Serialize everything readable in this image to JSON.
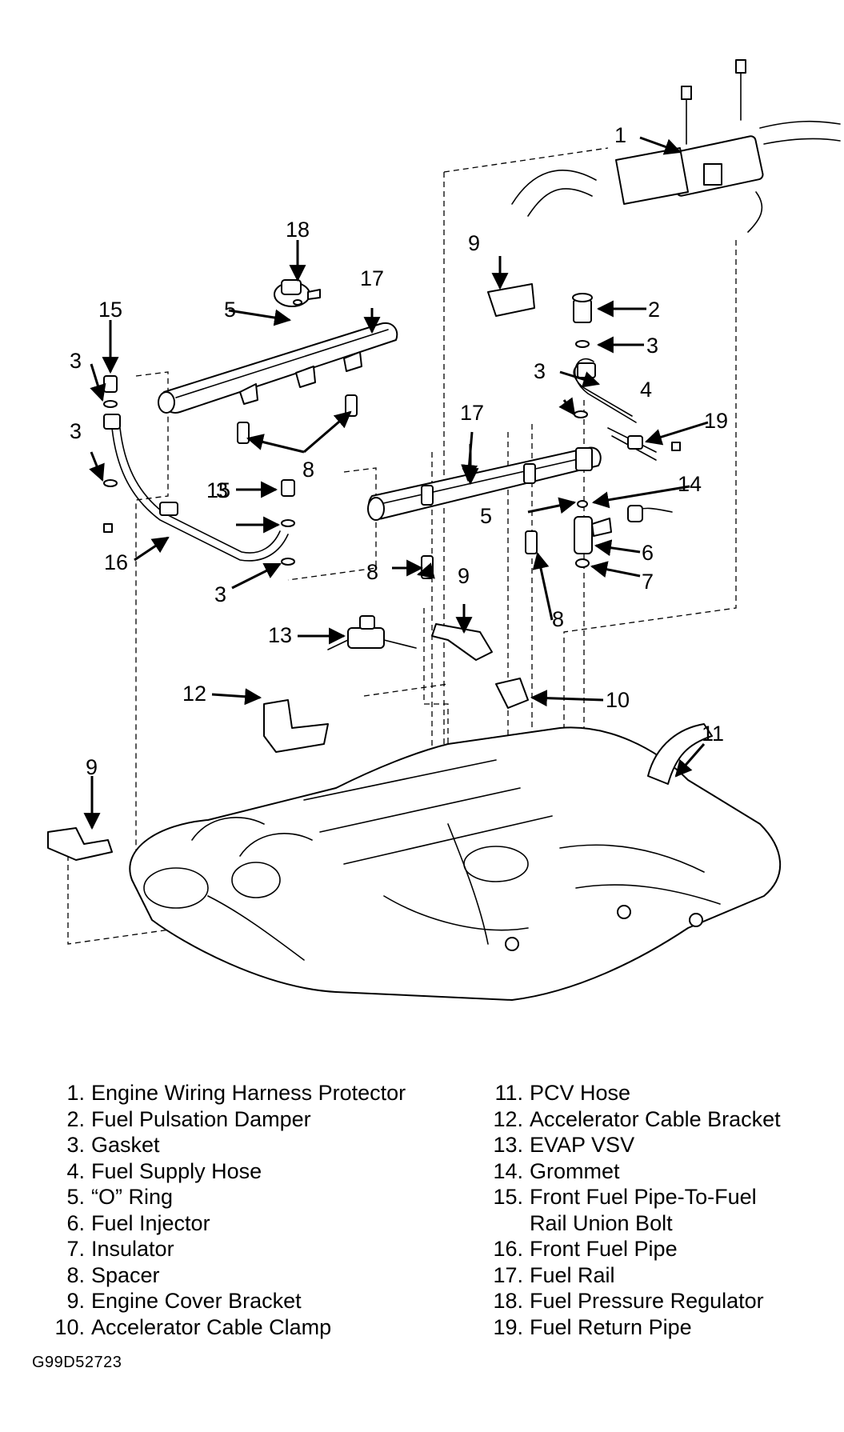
{
  "figure_code": "G99D52723",
  "callouts": [
    {
      "id": "c1",
      "label": "1"
    },
    {
      "id": "c2",
      "label": "2"
    },
    {
      "id": "c3a",
      "label": "3"
    },
    {
      "id": "c3b",
      "label": "3"
    },
    {
      "id": "c3c",
      "label": "3"
    },
    {
      "id": "c3d",
      "label": "3"
    },
    {
      "id": "c3e",
      "label": "3"
    },
    {
      "id": "c3f",
      "label": "3"
    },
    {
      "id": "c4",
      "label": "4"
    },
    {
      "id": "c5a",
      "label": "5"
    },
    {
      "id": "c5b",
      "label": "5"
    },
    {
      "id": "c6",
      "label": "6"
    },
    {
      "id": "c7",
      "label": "7"
    },
    {
      "id": "c8a",
      "label": "8"
    },
    {
      "id": "c8b",
      "label": "8"
    },
    {
      "id": "c8c",
      "label": "8"
    },
    {
      "id": "c9a",
      "label": "9"
    },
    {
      "id": "c9b",
      "label": "9"
    },
    {
      "id": "c9c",
      "label": "9"
    },
    {
      "id": "c10",
      "label": "10"
    },
    {
      "id": "c11",
      "label": "11"
    },
    {
      "id": "c12",
      "label": "12"
    },
    {
      "id": "c13",
      "label": "13"
    },
    {
      "id": "c14",
      "label": "14"
    },
    {
      "id": "c15a",
      "label": "15"
    },
    {
      "id": "c15b",
      "label": "15"
    },
    {
      "id": "c16",
      "label": "16"
    },
    {
      "id": "c17a",
      "label": "17"
    },
    {
      "id": "c17b",
      "label": "17"
    },
    {
      "id": "c18",
      "label": "18"
    },
    {
      "id": "c19",
      "label": "19"
    }
  ],
  "legend": {
    "left": [
      {
        "num": "1.",
        "text": "Engine Wiring Harness Protector"
      },
      {
        "num": "2.",
        "text": "Fuel Pulsation Damper"
      },
      {
        "num": "3.",
        "text": "Gasket"
      },
      {
        "num": "4.",
        "text": "Fuel Supply Hose"
      },
      {
        "num": "5.",
        "text": "“O” Ring"
      },
      {
        "num": "6.",
        "text": "Fuel Injector"
      },
      {
        "num": "7.",
        "text": "Insulator"
      },
      {
        "num": "8.",
        "text": "Spacer"
      },
      {
        "num": "9.",
        "text": "Engine Cover Bracket"
      },
      {
        "num": "10.",
        "text": "Accelerator Cable Clamp"
      }
    ],
    "right": [
      {
        "num": "11.",
        "text": "PCV Hose"
      },
      {
        "num": "12.",
        "text": "Accelerator Cable Bracket"
      },
      {
        "num": "13.",
        "text": "EVAP VSV"
      },
      {
        "num": "14.",
        "text": "Grommet"
      },
      {
        "num": "15.",
        "text": "Front Fuel Pipe-To-Fuel",
        "cont": "Rail Union Bolt"
      },
      {
        "num": "16.",
        "text": "Front Fuel Pipe"
      },
      {
        "num": "17.",
        "text": "Fuel Rail"
      },
      {
        "num": "18.",
        "text": "Fuel Pressure Regulator"
      },
      {
        "num": "19.",
        "text": "Fuel Return Pipe"
      }
    ]
  }
}
